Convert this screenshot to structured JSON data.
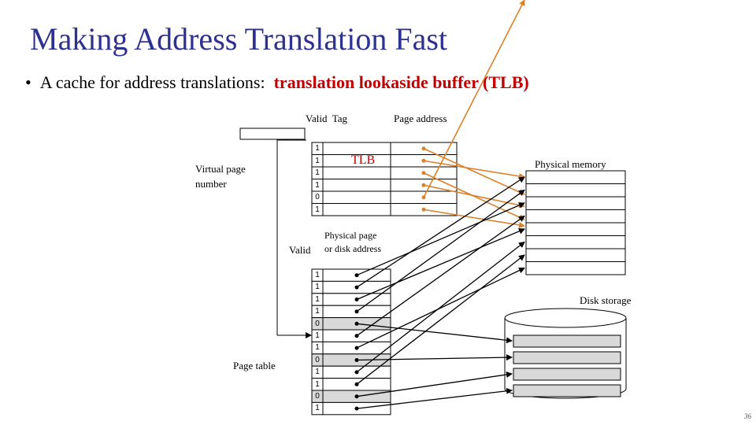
{
  "slide": {
    "title": "Making Address Translation Fast",
    "bullet_prefix": "A cache for address translations:",
    "bullet_highlight": "translation lookaside buffer (TLB)",
    "page_number": "36"
  },
  "tlb": {
    "header_valid_tag": "Valid  Tag",
    "header_page_address": "Page address",
    "title": "TLB",
    "valid_bits": [
      "1",
      "1",
      "1",
      "1",
      "0",
      "1"
    ]
  },
  "virtual_page_label": "Virtual page\nnumber",
  "page_table": {
    "label": "Page table",
    "header_valid": "Valid",
    "header_physical_line1": "Physical page",
    "header_physical_line2": "or disk address",
    "valid_bits": [
      "1",
      "1",
      "1",
      "1",
      "0",
      "1",
      "1",
      "0",
      "1",
      "1",
      "0",
      "1"
    ]
  },
  "physical_memory_label": "Physical memory",
  "disk_storage_label": "Disk storage",
  "colors": {
    "title": "#2e3192",
    "highlight": "#c00000",
    "tlb_arrow": "#d9822b",
    "invalid_row": "#d9d9d9",
    "disk_block": "#d9d9d9"
  }
}
